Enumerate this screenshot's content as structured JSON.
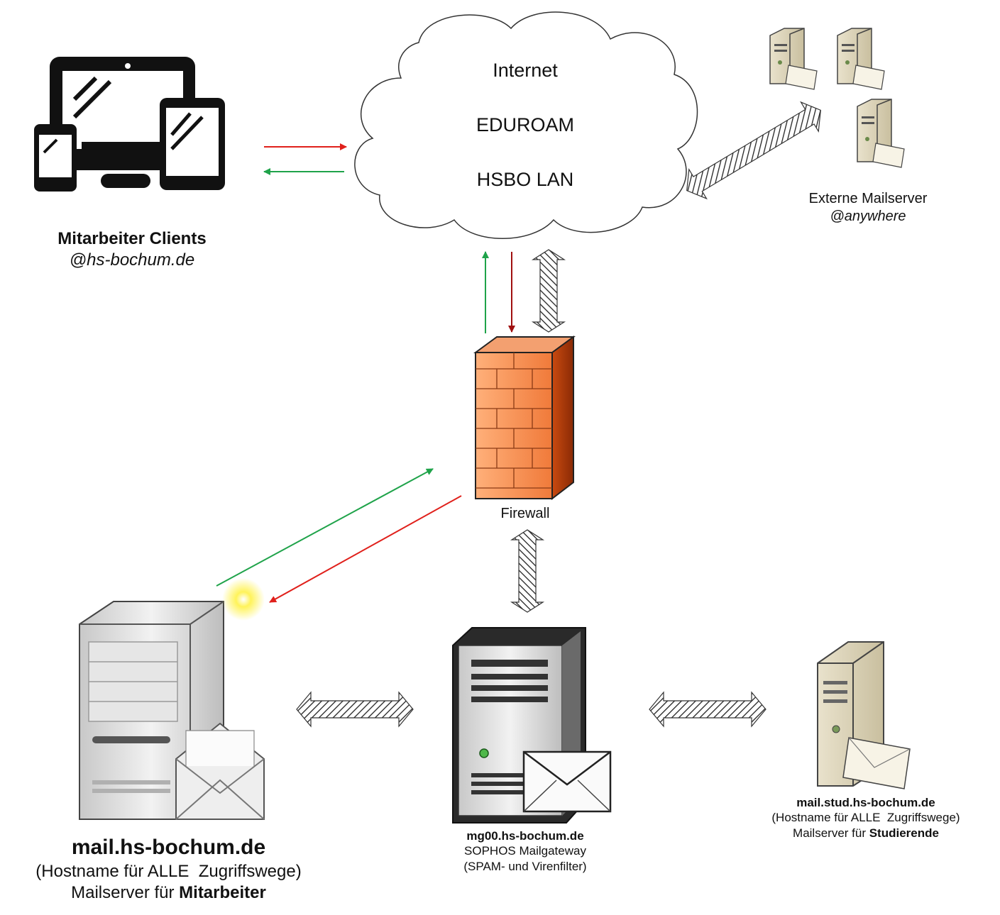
{
  "cloud": {
    "lines": [
      "Internet",
      "EDUROAM",
      "HSBO LAN"
    ]
  },
  "clients": {
    "name": "Mitarbeiter Clients",
    "domain": "@hs-bochum.de"
  },
  "external": {
    "name": "Externe Mailserver",
    "domain": "@anywhere"
  },
  "firewall": {
    "label": "Firewall"
  },
  "staff_server": {
    "hostname": "mail.hs-bochum.de",
    "note": "(Hostname für ALLE  Zugriffswege)",
    "role_prefix": "Mailserver für ",
    "role_bold": "Mitarbeiter"
  },
  "gateway": {
    "hostname": "mg00.hs-bochum.de",
    "product": "SOPHOS Mailgateway",
    "function": "(SPAM- und Virenfilter)"
  },
  "student_server": {
    "hostname": "mail.stud.hs-bochum.de",
    "note": "(Hostname für ALLE  Zugriffswege)",
    "role_prefix": "Mailserver für ",
    "role_bold": "Studierende"
  },
  "colors": {
    "red_arrow": "#e0201b",
    "green_arrow": "#1fa34a",
    "dark_red_arrow": "#a01010"
  }
}
